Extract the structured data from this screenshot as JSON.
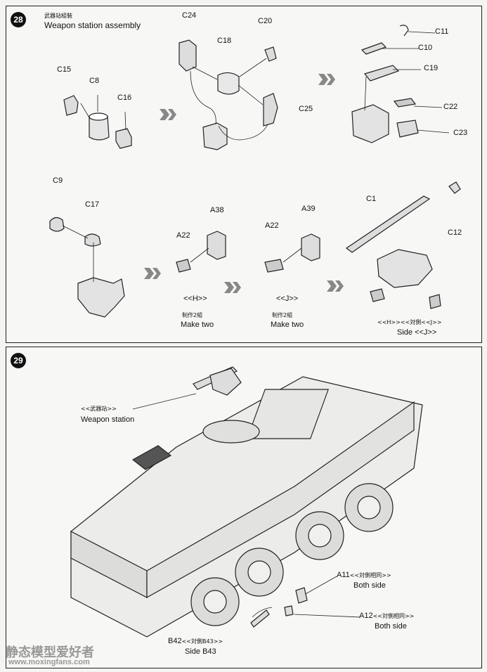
{
  "step28": {
    "number": "28",
    "title_cn": "武器站組裝",
    "title_en": "Weapon station assembly",
    "parts": {
      "c15": "C15",
      "c8": "C8",
      "c16": "C16",
      "c24": "C24",
      "c18": "C18",
      "c20": "C20",
      "c25": "C25",
      "c11": "C11",
      "c10": "C10",
      "c19": "C19",
      "c22": "C22",
      "c23": "C23",
      "c9": "C9",
      "c17": "C17",
      "a38": "A38",
      "a22_h": "A22",
      "a39": "A39",
      "a22_j": "A22",
      "c1": "C1",
      "c12": "C12"
    },
    "sub_h": {
      "tag": "<<H>>",
      "cn": "制作2組",
      "en": "Make two"
    },
    "sub_j": {
      "tag": "<<J>>",
      "cn": "制作2組",
      "en": "Make two"
    },
    "side_note": {
      "line1_tag_h": "<<H>>",
      "line1_cn": "<<対側",
      "line1_tag_j": "<<J>>",
      "line2": "Side <<J>>"
    }
  },
  "step29": {
    "number": "29",
    "weapon_station_cn": "<<武器站>>",
    "weapon_station_en": "Weapon station",
    "a11": {
      "part": "A11",
      "cn": "<<対側相同>>",
      "en": "Both side"
    },
    "a12": {
      "part": "A12",
      "cn": "<<対側相同>>",
      "en": "Both side"
    },
    "b42": {
      "part": "B42",
      "cn": "<<対側B43>>",
      "en": "Side B43"
    }
  },
  "watermark": {
    "cn": "静态模型爱好者",
    "url": "www.moxingfans.com"
  },
  "colors": {
    "ink": "#222222",
    "paper": "#f7f7f5",
    "badge": "#111111",
    "arrow": "#888888"
  }
}
